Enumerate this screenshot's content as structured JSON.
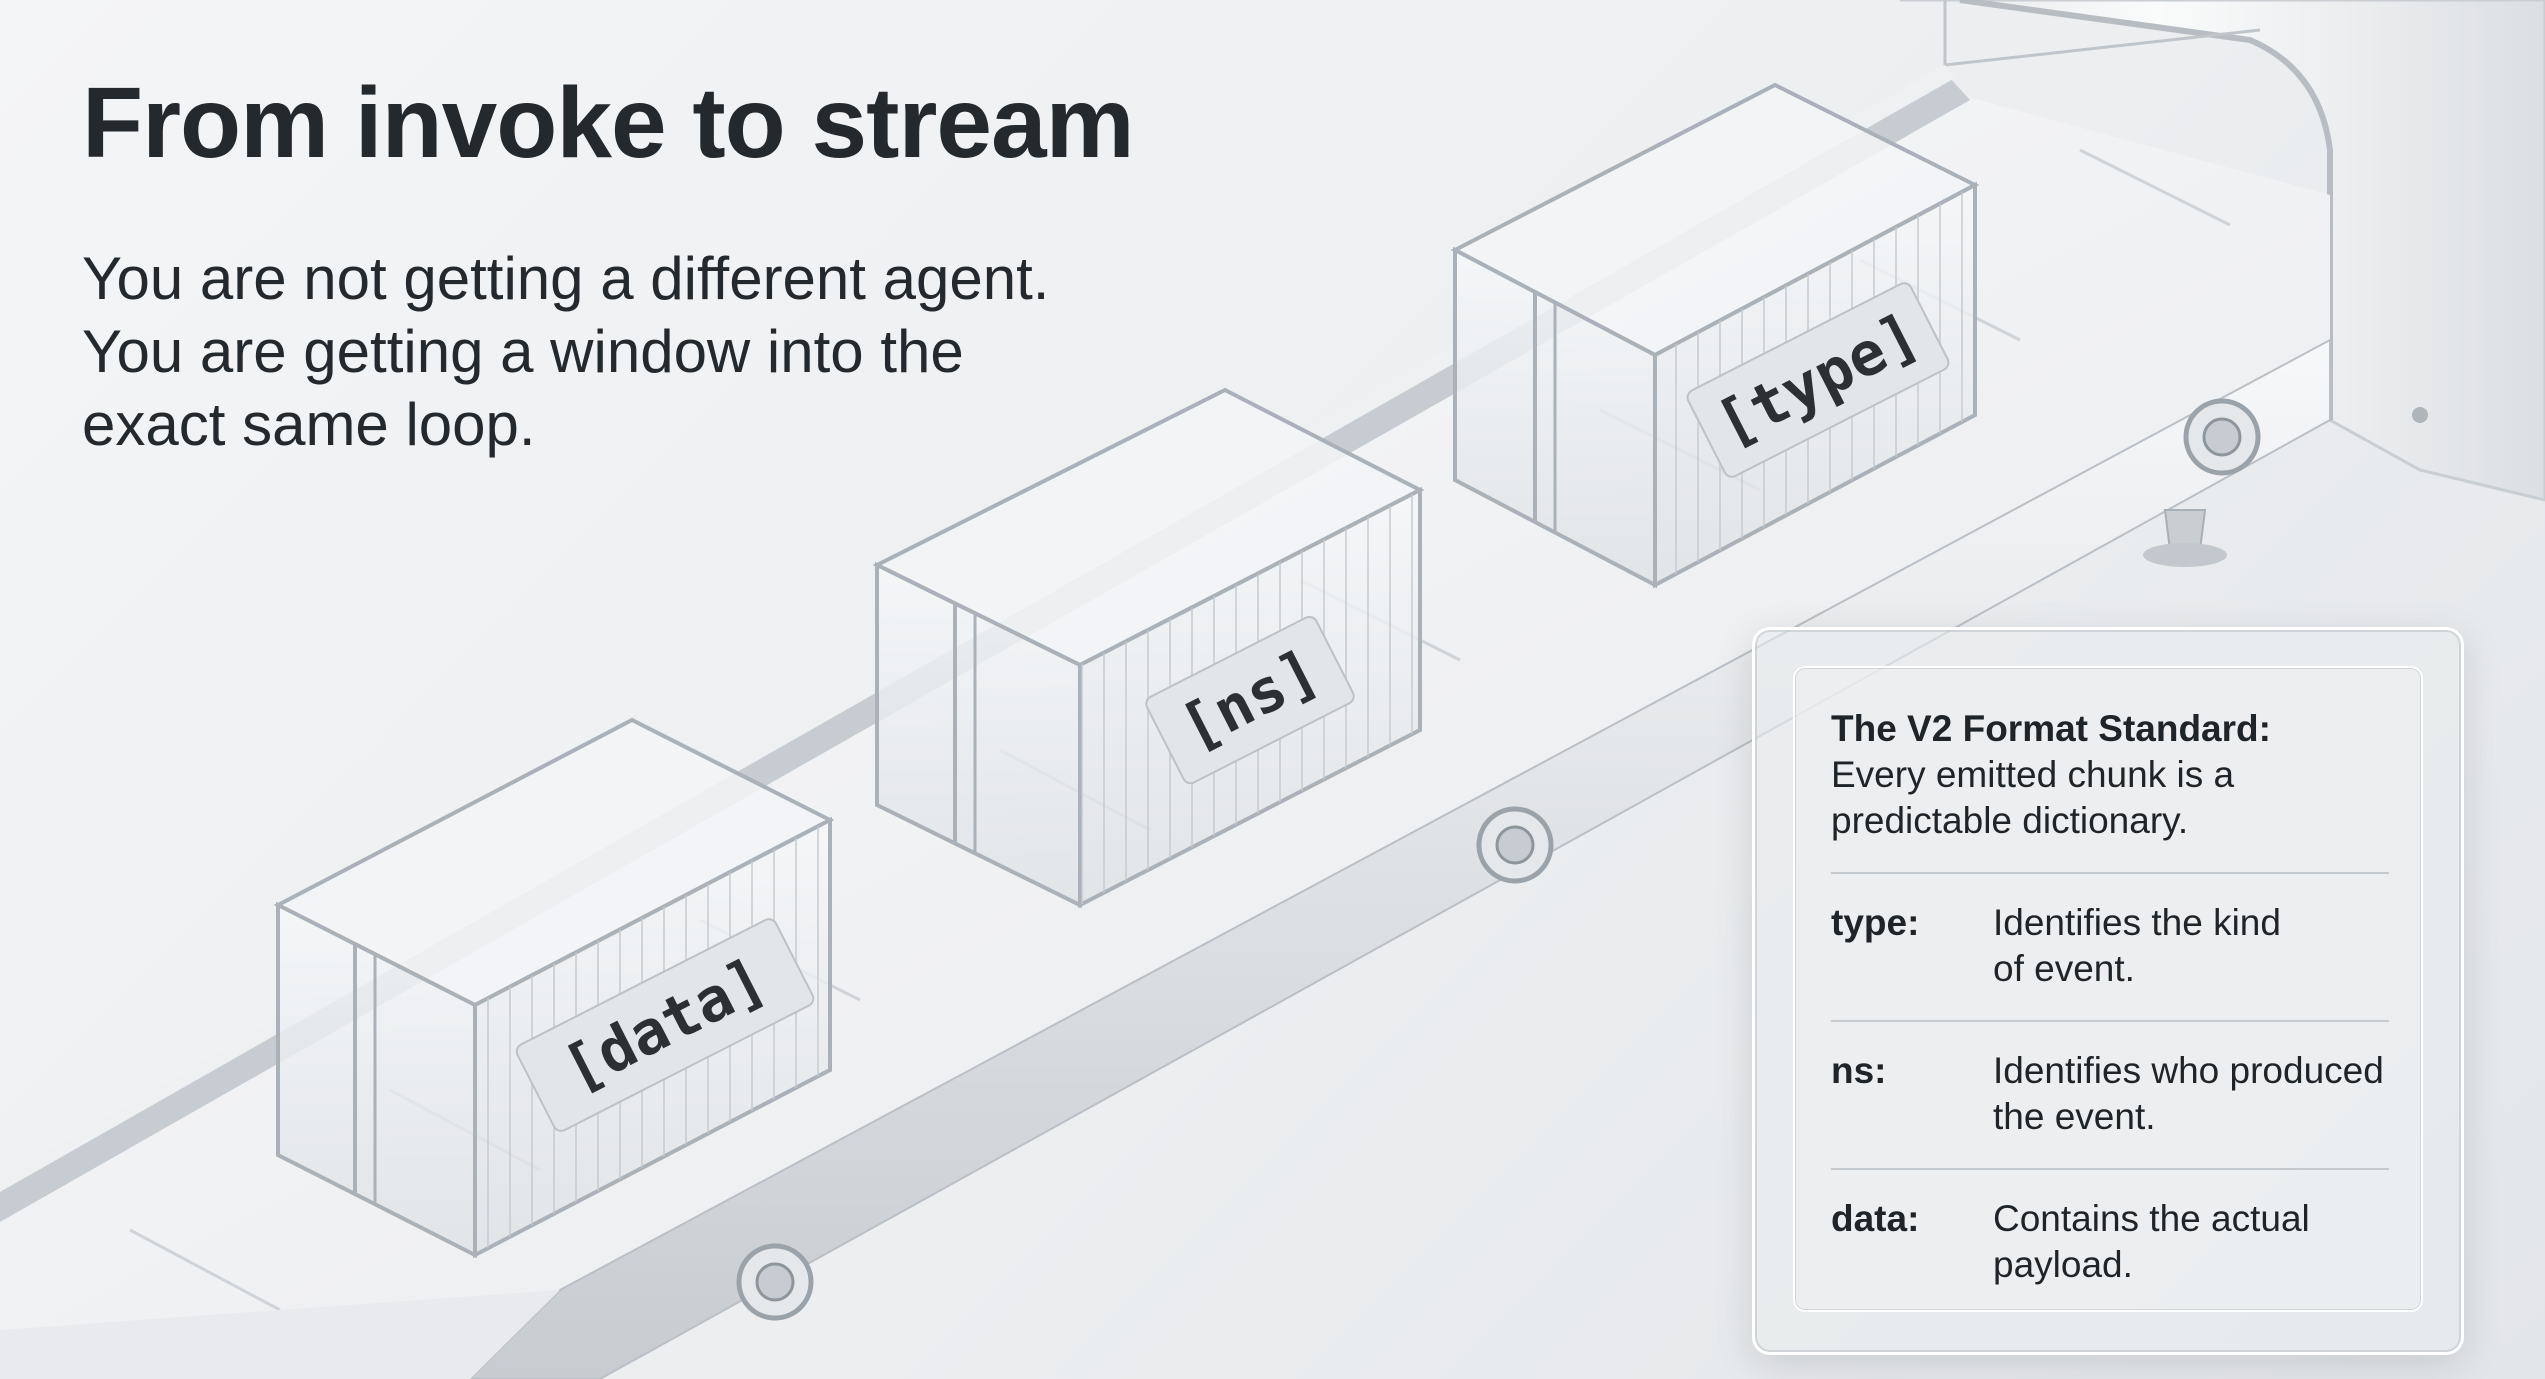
{
  "slide": {
    "title": "From invoke to stream",
    "subtitle_lines": [
      "You are not getting a different agent.",
      "You are getting a window into the",
      "exact same loop."
    ]
  },
  "containers": {
    "type_label": "[type]",
    "ns_label": "[ns]",
    "data_label": "[data]"
  },
  "card": {
    "heading": "The V2 Format Standard:",
    "body_lines": [
      "Every emitted chunk is a",
      "predictable dictionary."
    ],
    "fields": [
      {
        "key": "type:",
        "desc_lines": [
          "Identifies the kind",
          "of event."
        ]
      },
      {
        "key": "ns:",
        "desc_lines": [
          "Identifies who produced",
          "the event."
        ]
      },
      {
        "key": "data:",
        "desc_lines": [
          "Contains the actual",
          "payload."
        ]
      }
    ]
  },
  "colors": {
    "title_text": "#24292e",
    "glass_stroke": "#a9b0b7",
    "metal": "#d9dde1"
  },
  "icons": [
    "roller-bolt-icon"
  ]
}
